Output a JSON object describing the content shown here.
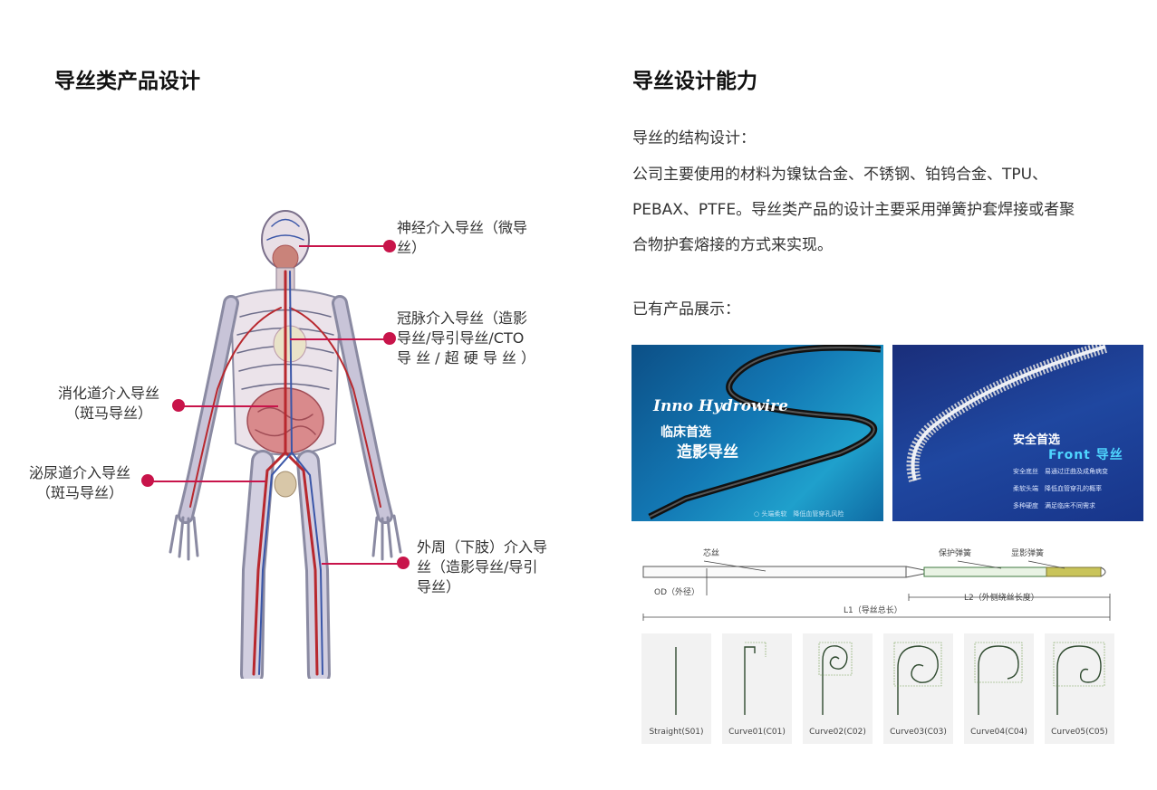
{
  "left": {
    "title": "导丝类产品设计",
    "labels": {
      "neuro_1": "神经介入导丝（微导",
      "neuro_2": "丝）",
      "coronary_1": "冠脉介入导丝（造影",
      "coronary_2": "导丝/导引导丝/CTO",
      "coronary_3": "导 丝 / 超 硬 导 丝 ）",
      "digestive_1": "消化道介入导丝",
      "digestive_2": "（斑马导丝）",
      "urinary_1": "泌尿道介入导丝",
      "urinary_2": "（斑马导丝）",
      "peripheral_1": "外周（下肢）介入导",
      "peripheral_2": "丝（造影导丝/导引",
      "peripheral_3": "导丝）"
    }
  },
  "right": {
    "title": "导丝设计能力",
    "structure_heading": "导丝的结构设计：",
    "para_1": "公司主要使用的材料为镍钛合金、不锈钢、铂钨合金、TPU、",
    "para_2": "PEBAX、PTFE。导丝类产品的设计主要采用弹簧护套焊接或者聚",
    "para_3": "合物护套熔接的方式来实现。",
    "showcase_heading": "已有产品展示：",
    "photo1": {
      "brand": "Inno Hydrowire",
      "line1": "临床首选",
      "line2": "造影导丝",
      "bottom": "○ 头端柔软　降低血管穿孔风险"
    },
    "photo2": {
      "line1": "安全首选",
      "line2": "Front 导丝",
      "bullet1": "安全底丝　易通过迂曲及成角病变",
      "bullet2": "柔软头端　降低血管穿孔的概率",
      "bullet3": "多种硬度　满足临床不同需求"
    },
    "diagram": {
      "core": "芯丝",
      "protect_spring": "保护弹簧",
      "visual_spring": "显影弹簧",
      "od": "OD（外径）",
      "l2": "L2（外侧绕丝长度）",
      "l1": "L1（导丝总长）"
    },
    "curves": [
      "Straight(S01)",
      "Curve01(C01)",
      "Curve02(C02)",
      "Curve03(C03)",
      "Curve04(C04)",
      "Curve05(C05)"
    ]
  },
  "colors": {
    "accent": "#c8144a"
  }
}
